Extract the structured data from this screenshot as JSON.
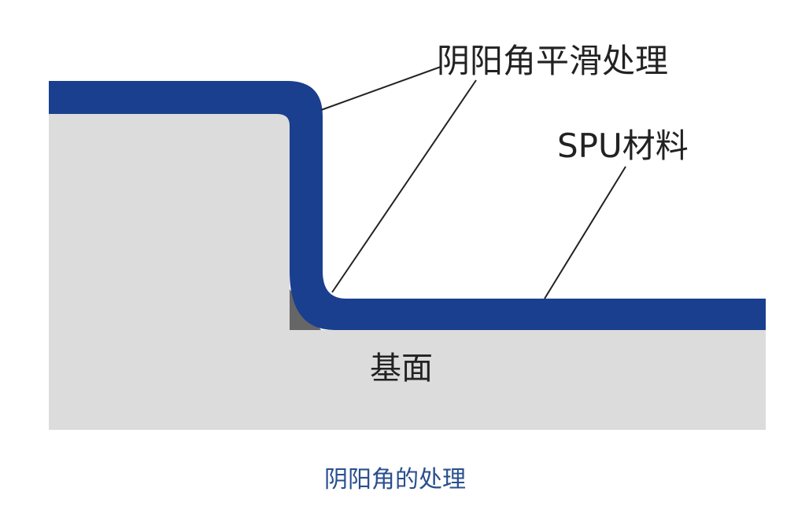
{
  "labels": {
    "corner_smoothing": "阴阳角平滑处理",
    "spu_material": "SPU材料",
    "substrate": "基面"
  },
  "caption": "阴阳角的处理",
  "colors": {
    "coating": "#1a3f8f",
    "substrate": "#dcdcdc",
    "fillet": "#666666",
    "leader": "#222222",
    "caption": "#2a4f8f"
  }
}
